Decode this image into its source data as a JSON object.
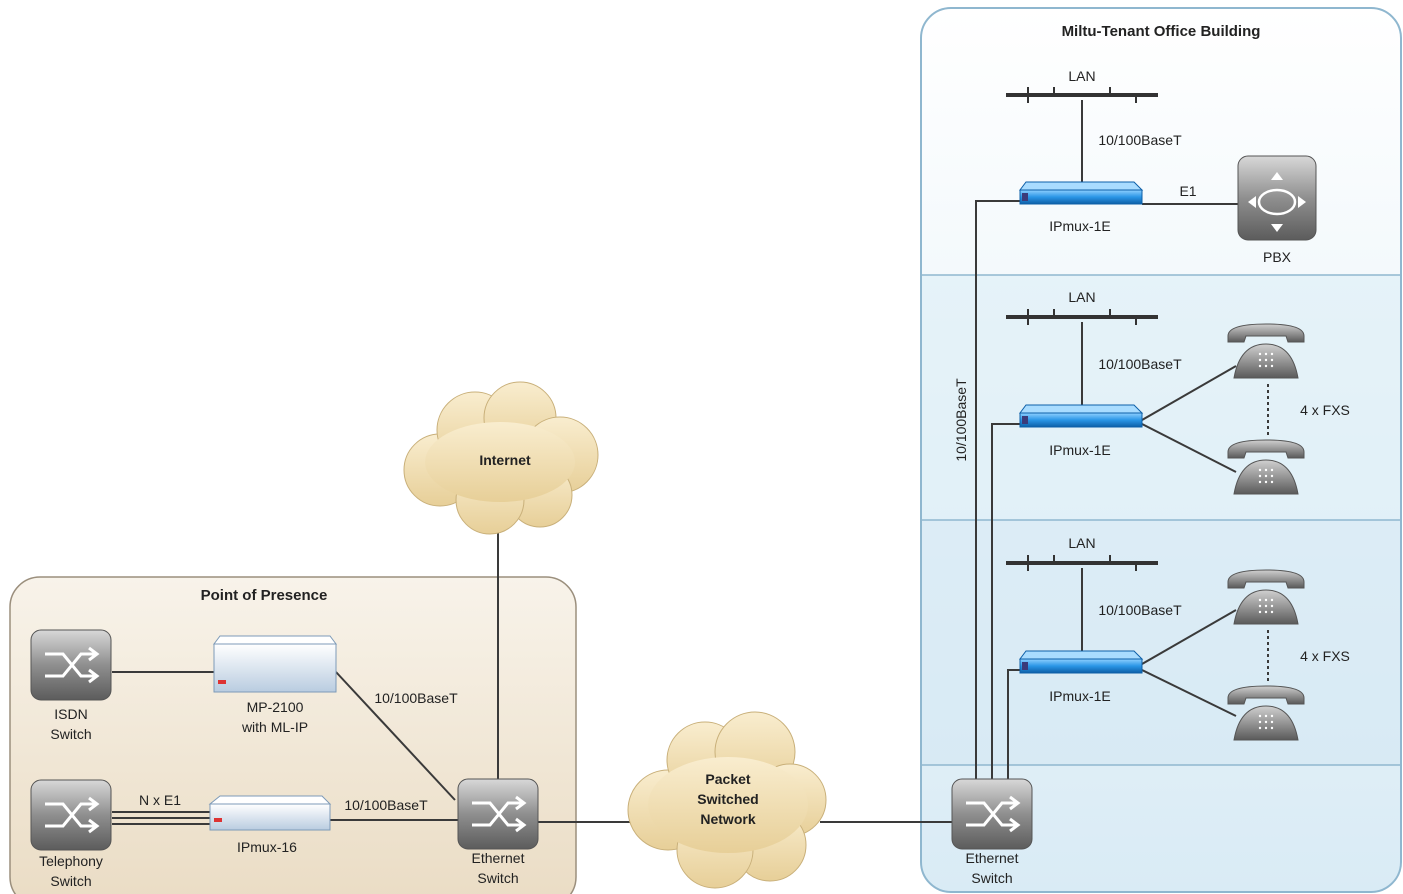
{
  "building": {
    "title": "Miltu-Tenant Office Building",
    "floors": [
      {
        "lan_label": "LAN",
        "link_label": "10/100BaseT",
        "device_label": "IPmux-1E",
        "e1_label": "E1",
        "pbx_label": "PBX"
      },
      {
        "lan_label": "LAN",
        "link_label": "10/100BaseT",
        "device_label": "IPmux-1E",
        "fxs_label": "4 x FXS"
      },
      {
        "lan_label": "LAN",
        "link_label": "10/100BaseT",
        "device_label": "IPmux-1E",
        "fxs_label": "4 x FXS"
      }
    ],
    "riser_label": "10/100BaseT",
    "switch_label_line1": "Ethernet",
    "switch_label_line2": "Switch"
  },
  "pop": {
    "title": "Point of Presence",
    "isdn_line1": "ISDN",
    "isdn_line2": "Switch",
    "mp_line1": "MP-2100",
    "mp_line2": "with ML-IP",
    "mp_link_label": "10/100BaseT",
    "tel_line1": "Telephony",
    "tel_line2": "Switch",
    "nxe1_label": "N x E1",
    "ipmux16_label": "IPmux-16",
    "ipmux16_link_label": "10/100BaseT",
    "switch_label_line1": "Ethernet",
    "switch_label_line2": "Switch"
  },
  "clouds": {
    "internet": "Internet",
    "psn_line1": "Packet",
    "psn_line2": "Switched",
    "psn_line3": "Network"
  },
  "colors": {
    "building_fill": "#e6f2f8",
    "building_stroke": "#8fb7cf",
    "pop_fill": "#f3ebdd",
    "pop_stroke": "#9b8f7d",
    "device_blue": "#1e88d8",
    "cloud": "#f1dfb5"
  }
}
